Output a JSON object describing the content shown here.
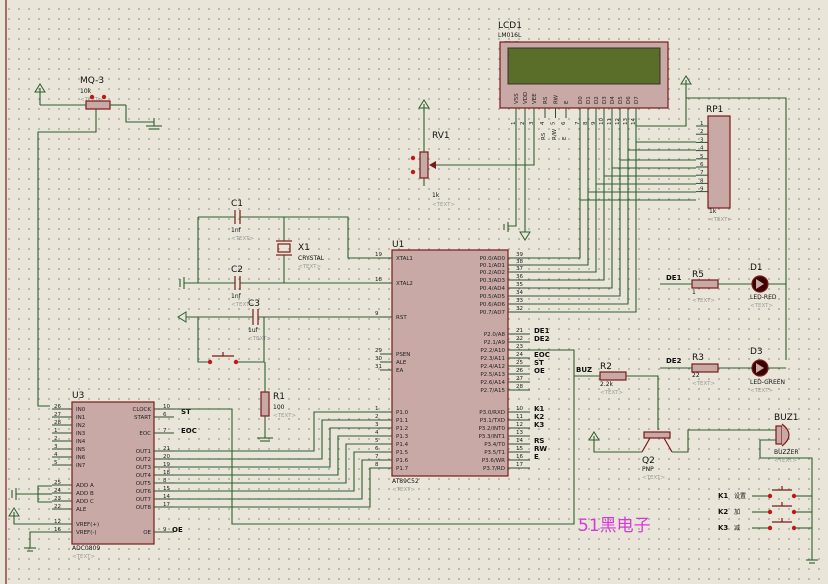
{
  "lcd": {
    "ref": "LCD1",
    "model": "LM016L",
    "pins": [
      "VSS",
      "VDD",
      "VEE",
      "RS",
      "RW",
      "E",
      "D0",
      "D1",
      "D2",
      "D3",
      "D4",
      "D5",
      "D6",
      "D7"
    ],
    "pin_numbers": [
      "1",
      "2",
      "3",
      "4",
      "5",
      "6",
      "7",
      "8",
      "9",
      "10",
      "11",
      "12",
      "13",
      "14"
    ],
    "rs_label": "RS",
    "rw_label": "R/W",
    "e_label": "E"
  },
  "placeholder": "<TEXT>",
  "mq3": {
    "ref": "MQ-3",
    "value": "10k"
  },
  "rv1": {
    "ref": "RV1",
    "value": "1k"
  },
  "rp1": {
    "ref": "RP1",
    "value": "1k",
    "pins": [
      "1",
      "2",
      "3",
      "4",
      "5",
      "6",
      "7",
      "8",
      "9"
    ]
  },
  "c1": {
    "ref": "C1",
    "value": "1nf"
  },
  "c2": {
    "ref": "C2",
    "value": "1nf"
  },
  "c3": {
    "ref": "C3",
    "value": "1uf"
  },
  "x1": {
    "ref": "X1",
    "value": "CRYSTAL"
  },
  "u1": {
    "ref": "U1",
    "model": "AT89C52",
    "left_pins": [
      {
        "num": "19",
        "name": "XTAL1"
      },
      {
        "num": "18",
        "name": "XTAL2"
      },
      {
        "num": "9",
        "name": "RST"
      },
      {
        "num": "29",
        "name": "PSEN"
      },
      {
        "num": "30",
        "name": "ALE"
      },
      {
        "num": "31",
        "name": "EA"
      },
      {
        "num": "1",
        "name": "P1.0"
      },
      {
        "num": "2",
        "name": "P1.1"
      },
      {
        "num": "3",
        "name": "P1.2"
      },
      {
        "num": "4",
        "name": "P1.3"
      },
      {
        "num": "5",
        "name": "P1.4"
      },
      {
        "num": "6",
        "name": "P1.5"
      },
      {
        "num": "7",
        "name": "P1.6"
      },
      {
        "num": "8",
        "name": "P1.7"
      }
    ],
    "right_pins": [
      {
        "num": "39",
        "name": "P0.0/AD0"
      },
      {
        "num": "38",
        "name": "P0.1/AD1"
      },
      {
        "num": "37",
        "name": "P0.2/AD2"
      },
      {
        "num": "36",
        "name": "P0.3/AD3"
      },
      {
        "num": "35",
        "name": "P0.4/AD4"
      },
      {
        "num": "34",
        "name": "P0.5/AD5"
      },
      {
        "num": "33",
        "name": "P0.6/AD6"
      },
      {
        "num": "32",
        "name": "P0.7/AD7"
      },
      {
        "num": "21",
        "name": "P2.0/A8"
      },
      {
        "num": "22",
        "name": "P2.1/A9"
      },
      {
        "num": "23",
        "name": "P2.2/A10"
      },
      {
        "num": "24",
        "name": "P2.3/A11"
      },
      {
        "num": "25",
        "name": "P2.4/A12"
      },
      {
        "num": "26",
        "name": "P2.5/A13"
      },
      {
        "num": "27",
        "name": "P2.6/A14"
      },
      {
        "num": "28",
        "name": "P2.7/A15"
      },
      {
        "num": "10",
        "name": "P3.0/RXD"
      },
      {
        "num": "11",
        "name": "P3.1/TXD"
      },
      {
        "num": "12",
        "name": "P3.2/INT0"
      },
      {
        "num": "13",
        "name": "P3.3/INT1"
      },
      {
        "num": "14",
        "name": "P3.4/T0"
      },
      {
        "num": "15",
        "name": "P3.5/T1"
      },
      {
        "num": "16",
        "name": "P3.6/WR"
      },
      {
        "num": "17",
        "name": "P3.7/RD"
      }
    ],
    "right_net_labels": [
      "DE1",
      "DE2",
      "",
      "EOC",
      "ST",
      "OE",
      "",
      "",
      "K1",
      "K2",
      "K3",
      "",
      "RS",
      "RW",
      "E",
      ""
    ]
  },
  "u3": {
    "ref": "U3",
    "model": "ADC0809",
    "left_pins": [
      {
        "num": "26",
        "name": "IN0"
      },
      {
        "num": "27",
        "name": "IN1"
      },
      {
        "num": "28",
        "name": "IN2"
      },
      {
        "num": "1",
        "name": "IN3"
      },
      {
        "num": "2",
        "name": "IN4"
      },
      {
        "num": "3",
        "name": "IN5"
      },
      {
        "num": "4",
        "name": "IN6"
      },
      {
        "num": "5",
        "name": "IN7"
      },
      {
        "num": "25",
        "name": "ADD A"
      },
      {
        "num": "24",
        "name": "ADD B"
      },
      {
        "num": "23",
        "name": "ADD C"
      },
      {
        "num": "22",
        "name": "ALE"
      },
      {
        "num": "12",
        "name": "VREF(+)"
      },
      {
        "num": "16",
        "name": "VREF(-)"
      }
    ],
    "right_pins": [
      {
        "num": "10",
        "name": "CLOCK"
      },
      {
        "num": "6",
        "name": "START"
      },
      {
        "num": "7",
        "name": "EOC"
      },
      {
        "num": "21",
        "name": "OUT1"
      },
      {
        "num": "20",
        "name": "OUT2"
      },
      {
        "num": "19",
        "name": "OUT3"
      },
      {
        "num": "18",
        "name": "OUT4"
      },
      {
        "num": "8",
        "name": "OUT5"
      },
      {
        "num": "15",
        "name": "OUT6"
      },
      {
        "num": "14",
        "name": "OUT7"
      },
      {
        "num": "17",
        "name": "OUT8"
      },
      {
        "num": "9",
        "name": "OE"
      }
    ],
    "net_labels": {
      "st": "ST",
      "eoc": "EOC",
      "oe": "OE",
      "st2": "ST"
    }
  },
  "r1": {
    "ref": "R1",
    "value": "100"
  },
  "r2": {
    "ref": "R2",
    "value": "2.2k",
    "net": "BUZ"
  },
  "r3": {
    "ref": "R3",
    "value": "22",
    "net": "DE2"
  },
  "r5": {
    "ref": "R5",
    "value": "1",
    "net": "DE1"
  },
  "d1": {
    "ref": "D1",
    "value": "LED-RED"
  },
  "d3": {
    "ref": "D3",
    "value": "LED-GREEN"
  },
  "q2": {
    "ref": "Q2",
    "value": "PNP"
  },
  "buz1": {
    "ref": "BUZ1",
    "value": "BUZZER"
  },
  "keys": [
    {
      "net": "K1",
      "label": "设置"
    },
    {
      "net": "K2",
      "label": "加"
    },
    {
      "net": "K3",
      "label": "减"
    }
  ],
  "watermark": "51黑电子"
}
